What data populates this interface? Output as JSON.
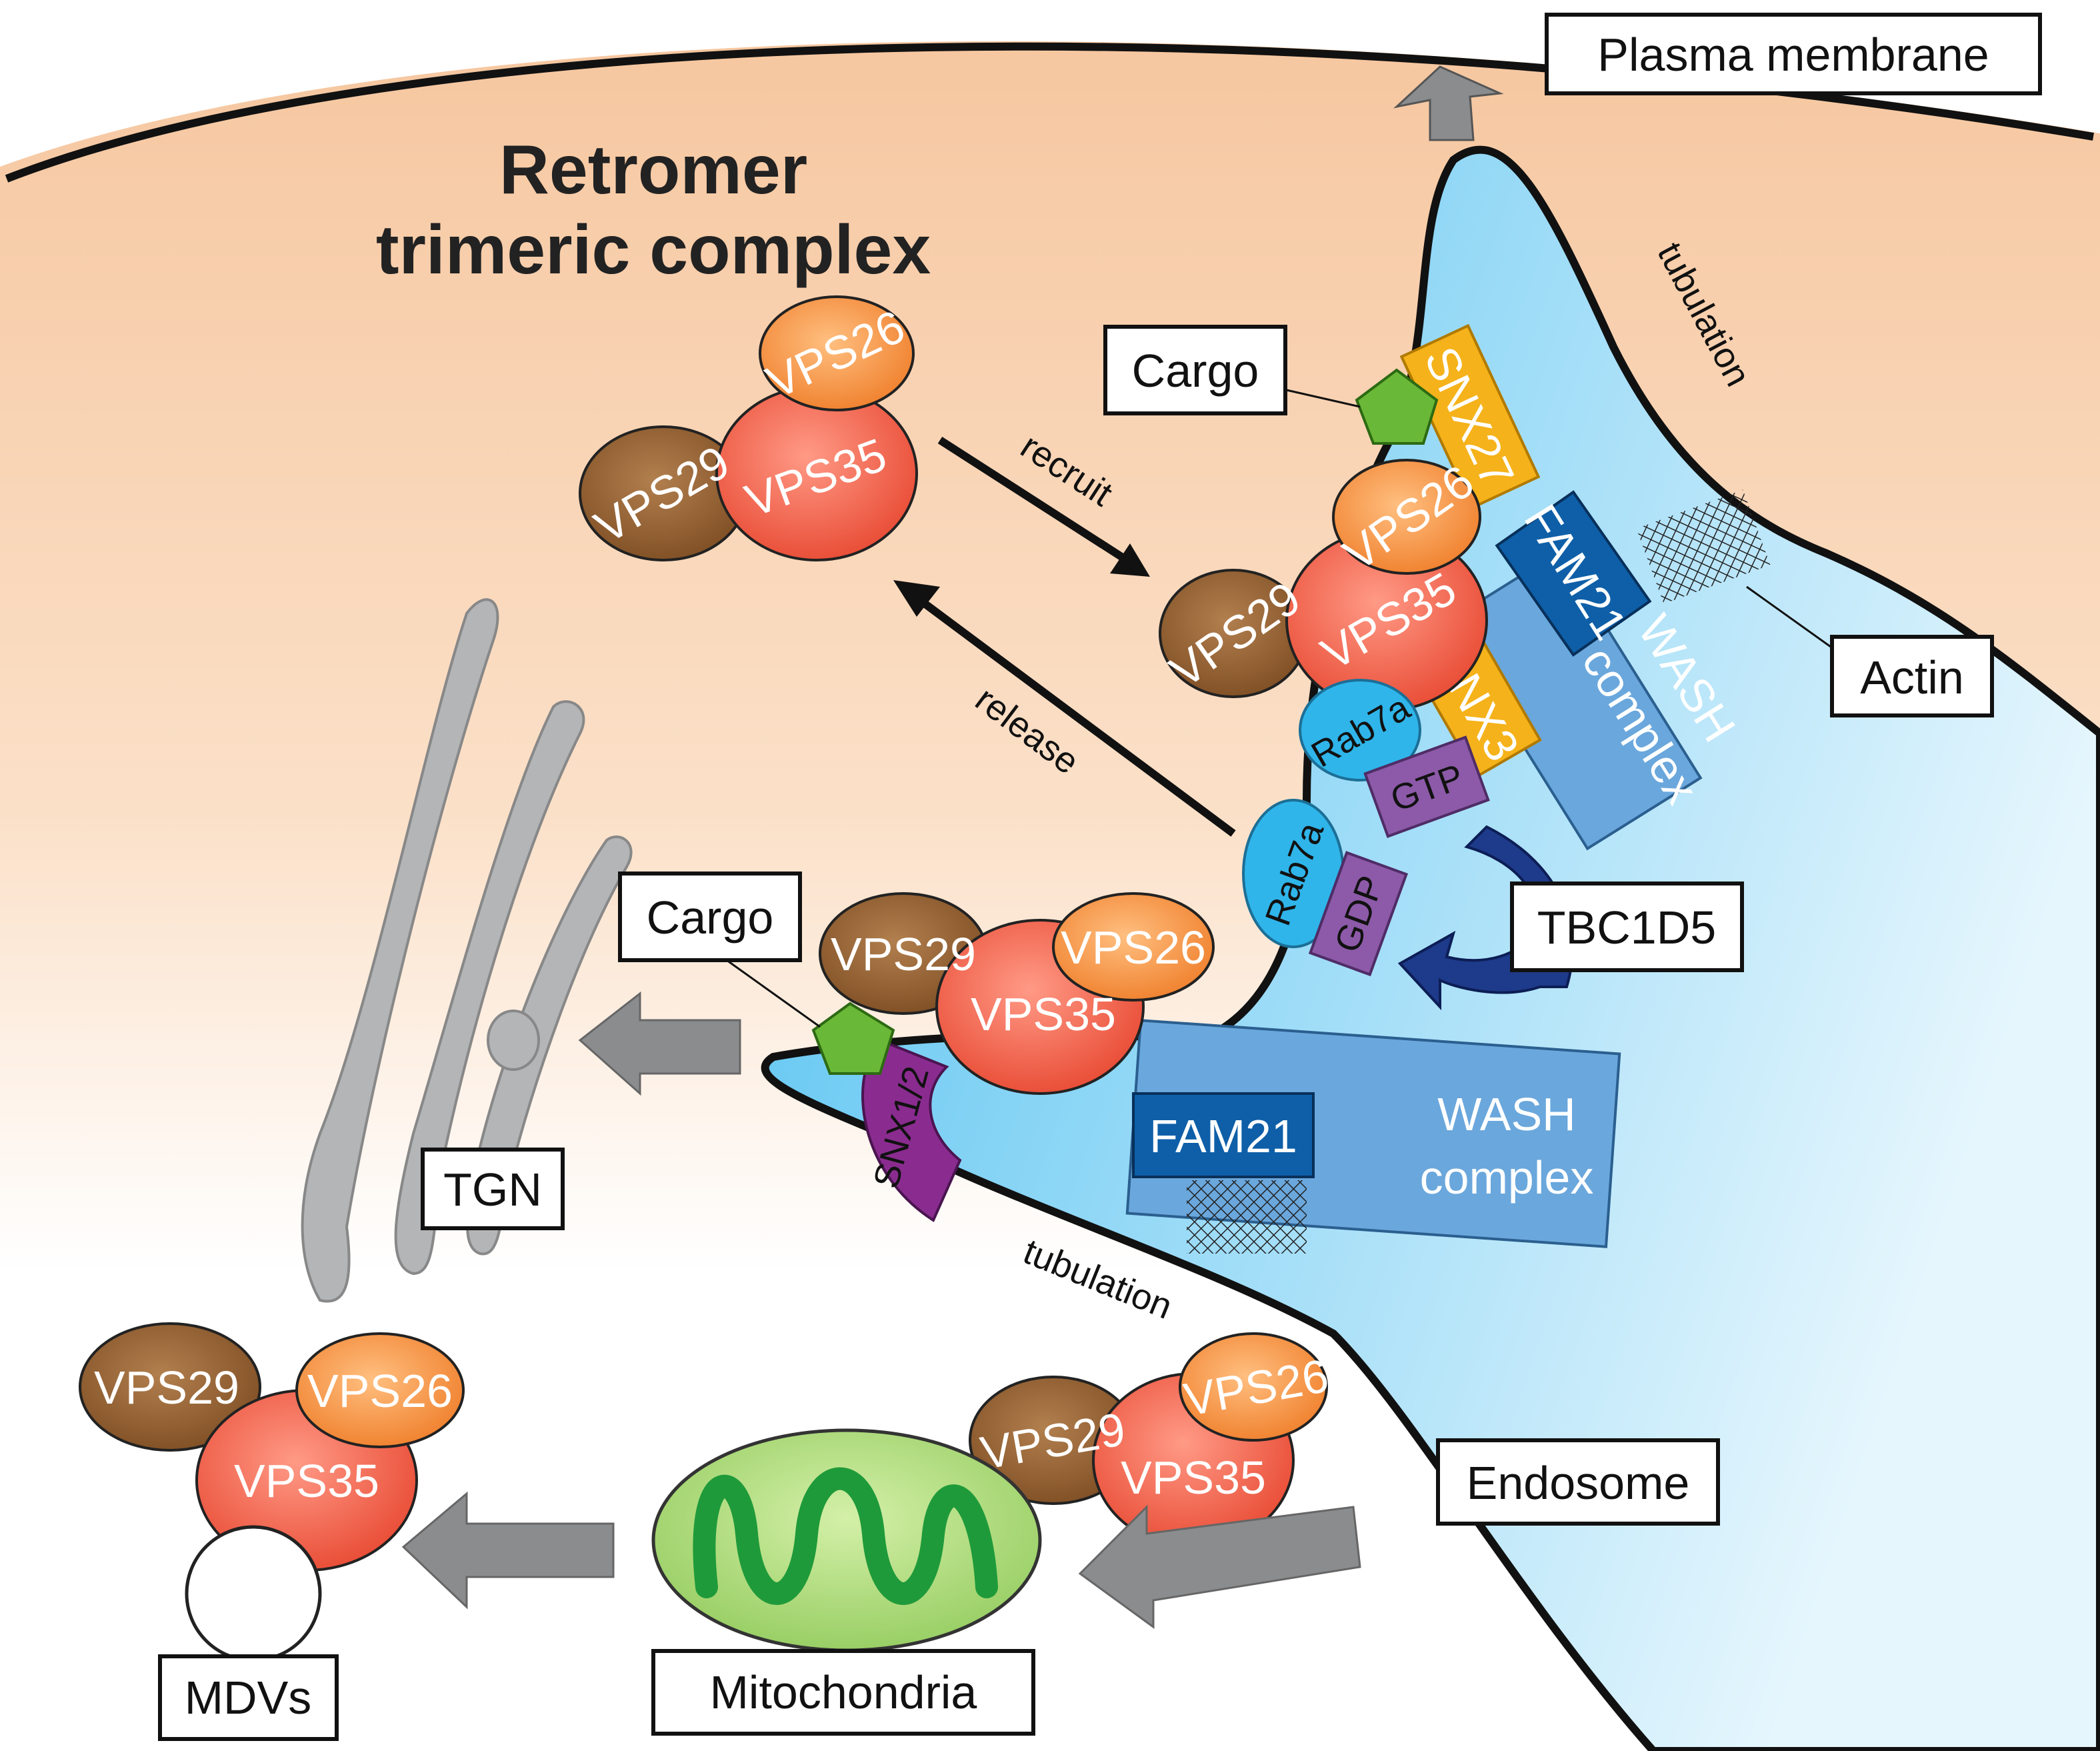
{
  "title": {
    "line1": "Retromer",
    "line2": "trimeric complex"
  },
  "labels": {
    "plasma_membrane": "Plasma membrane",
    "cargo": "Cargo",
    "actin": "Actin",
    "tbc1d5": "TBC1D5",
    "tgn": "TGN",
    "endosome": "Endosome",
    "mitochondria": "Mitochondria",
    "mdvs": "MDVs",
    "recruit": "recruit",
    "release": "release",
    "tubulation": "tubulation"
  },
  "proteins": {
    "vps29": "VPS29",
    "vps26": "VPS26",
    "vps35": "VPS35",
    "snx27": "SNX27",
    "snx3": "SNX3",
    "snx12": "SNX1/2",
    "fam21": "FAM21",
    "wash1": "WASH",
    "wash2": "complex",
    "rab7a": "Rab7a",
    "gtp": "GTP",
    "gdp": "GDP"
  },
  "colors": {
    "cytoplasm": "#f9d6b8",
    "endosome": "#5cc6f2",
    "vps29": "#8b5a2b",
    "vps26": "#f28c3a",
    "vps35": "#e8503a",
    "snx27": "#f5b21a",
    "snx12": "#8a2c8f",
    "fam21": "#0e5fa8",
    "wash": "#6aa7dc",
    "rab7a": "#2fb5ea",
    "gtp": "#8c5aa8",
    "tbc1d5": "#1e3a8a",
    "cargo": "#6ab837",
    "mitochondria": "#a8d870",
    "arrow_gray": "#8a8c8e"
  }
}
